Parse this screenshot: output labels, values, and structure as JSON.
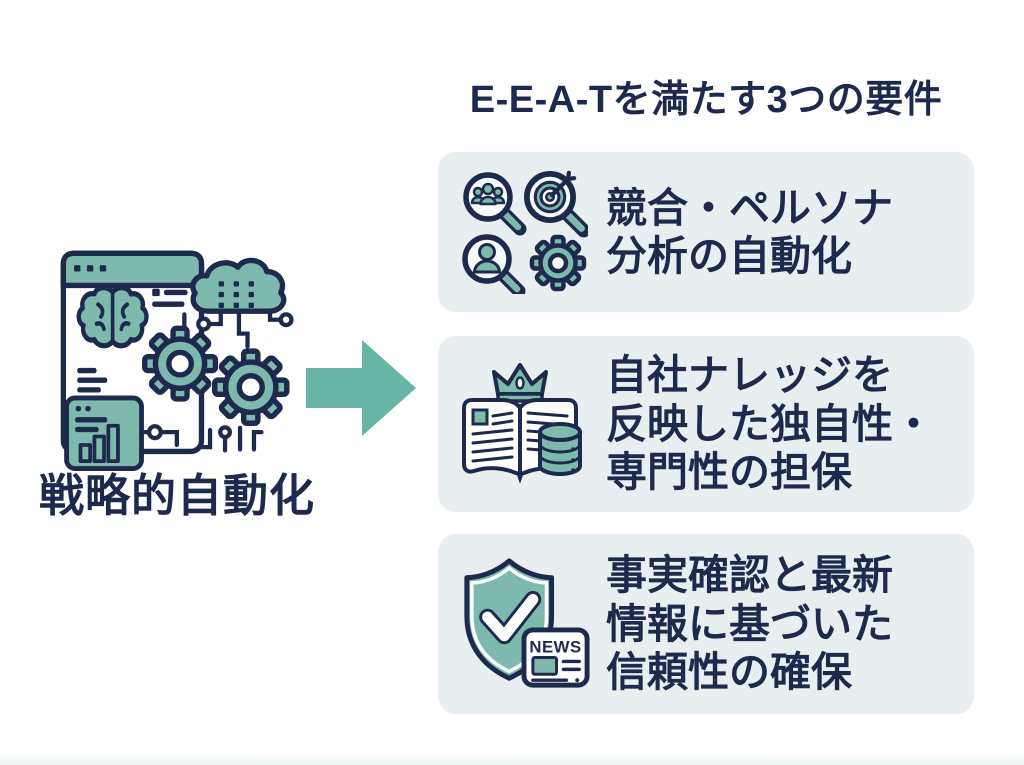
{
  "colors": {
    "navy": "#1e2a4d",
    "teal": "#7db9ac",
    "arrow_teal": "#69b5a5",
    "card_bg": "#e9eef0",
    "background": "#ffffff"
  },
  "left": {
    "label": "戦略的自動化",
    "illustration_icon": "ai-automation-illustration-icon"
  },
  "flow": {
    "arrow_icon": "right-arrow-icon"
  },
  "right": {
    "title": "E-E-A-Tを満たす3つの要件",
    "items": [
      {
        "icon": "competitor-persona-analysis-icon",
        "text": "競合・ペルソナ\n分析の自動化"
      },
      {
        "icon": "company-knowledge-book-icon",
        "text": "自社ナレッジを\n反映した独自性・\n専門性の担保"
      },
      {
        "icon": "fact-check-shield-icon",
        "text": "事実確認と最新\n情報に基づいた\n信頼性の確保",
        "badge": "NEWS"
      }
    ]
  }
}
